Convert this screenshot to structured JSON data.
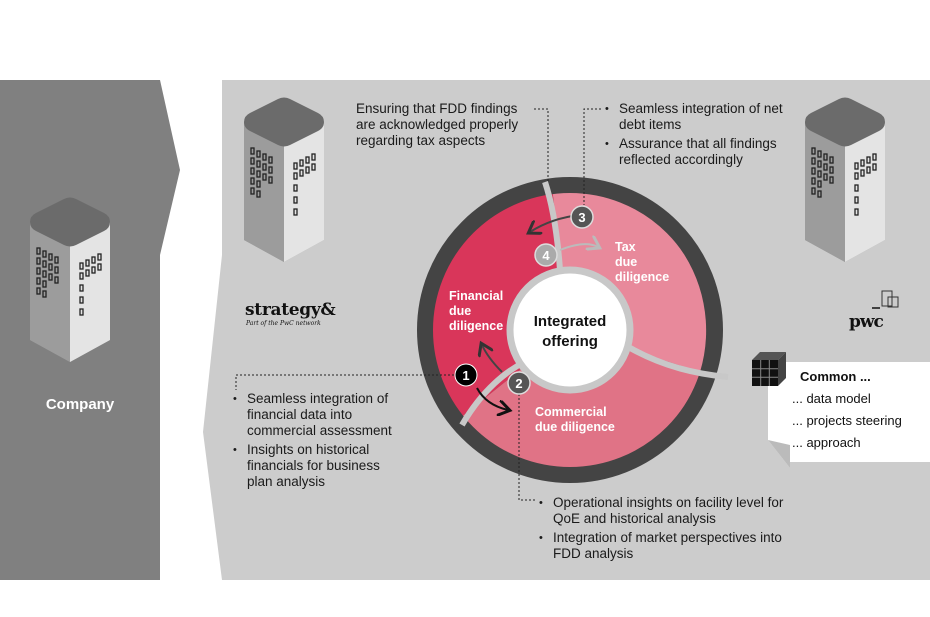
{
  "company": {
    "label": "Company"
  },
  "partners": {
    "left_logo": {
      "name": "strategy&",
      "tagline": "Part of the PwC network"
    },
    "right_logo": {
      "name": "pwc"
    }
  },
  "wheel": {
    "center": "Integrated offering",
    "center_lines": [
      "Integrated",
      "offering"
    ],
    "segments": [
      {
        "name": "Financial due diligence",
        "lines": [
          "Financial",
          "due",
          "diligence"
        ],
        "color": "#D9365A"
      },
      {
        "name": "Tax due diligence",
        "lines": [
          "Tax",
          "due",
          "diligence"
        ],
        "color": "#E8899B"
      },
      {
        "name": "Commercial due diligence",
        "lines": [
          "Commercial",
          "due diligence"
        ],
        "color": "#E07386"
      }
    ],
    "ring_color": "#444444",
    "steps": [
      {
        "n": "1",
        "style": "black"
      },
      {
        "n": "2",
        "style": "dark"
      },
      {
        "n": "3",
        "style": "dark"
      },
      {
        "n": "4",
        "style": "light"
      }
    ]
  },
  "callouts": {
    "step4": {
      "text_lines": [
        "Ensuring that FDD findings",
        "are acknowledged properly",
        "regarding tax aspects"
      ]
    },
    "step3": {
      "bullets": [
        [
          "Seamless integration of net",
          "debt items"
        ],
        [
          "Assurance that all findings",
          "reflected accordingly"
        ]
      ]
    },
    "step1": {
      "bullets": [
        [
          "Seamless integration of",
          "financial data into",
          "commercial assessment"
        ],
        [
          "Insights on historical",
          "financials for business",
          "plan analysis"
        ]
      ]
    },
    "step2": {
      "bullets": [
        [
          "Operational insights on facility level for",
          "QoE and historical analysis"
        ],
        [
          "Integration of market perspectives into",
          "FDD analysis"
        ]
      ]
    }
  },
  "common": {
    "title": "Common ...",
    "items": [
      "... data model",
      "... projects steering",
      "... approach"
    ]
  },
  "colors": {
    "company_panel": "#808080",
    "partner_panel": "#CCCCCC",
    "financial": "#D9365A",
    "tax": "#E8899B",
    "commercial": "#E07386"
  }
}
